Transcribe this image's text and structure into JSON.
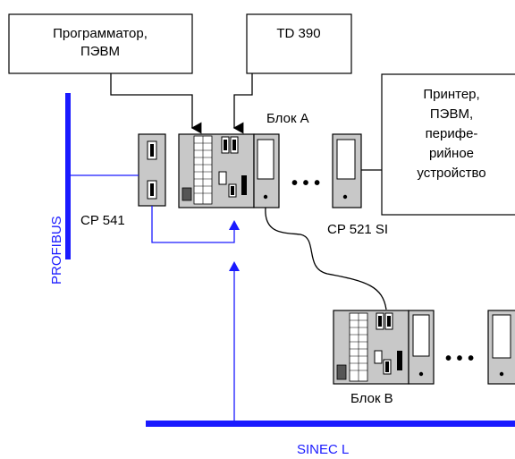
{
  "boxes": {
    "programmer": [
      "Программатор,",
      "ПЭВМ"
    ],
    "td": "TD 390",
    "printer": [
      "Принтер,",
      "ПЭВМ,",
      "перифе-",
      "рийное",
      "устройство"
    ]
  },
  "labels": {
    "block_a": "Блок A",
    "block_b": "Блок B",
    "cp541": "CP 541",
    "cp521": "CP 521 SI",
    "profibus": "PROFIBUS",
    "sinec": "SINEC L",
    "ellipsis": "• • •"
  },
  "colors": {
    "bus": "#1a1aff",
    "module": "#c8c8c8",
    "line": "#000000"
  }
}
